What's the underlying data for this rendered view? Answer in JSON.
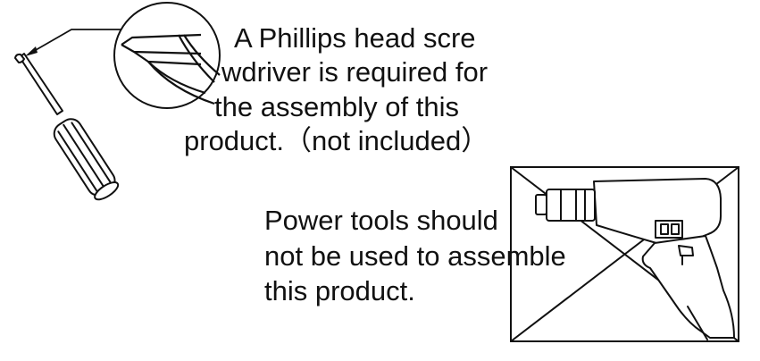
{
  "screwdriver_note": {
    "lines": [
      "A Phillips head scre",
      "wdriver is required for",
      "the assembly of this",
      "product.（not included）"
    ]
  },
  "power_tool_note": {
    "lines": [
      "Power tools should",
      "not be used to assemble",
      "this product."
    ]
  },
  "icons": {
    "screwdriver": "screwdriver-icon",
    "bit_magnifier": "phillips-tip-magnifier-icon",
    "drill": "power-drill-icon",
    "prohibited": "crossed-out-box-icon"
  },
  "colors": {
    "ink": "#111111",
    "background": "#ffffff"
  }
}
